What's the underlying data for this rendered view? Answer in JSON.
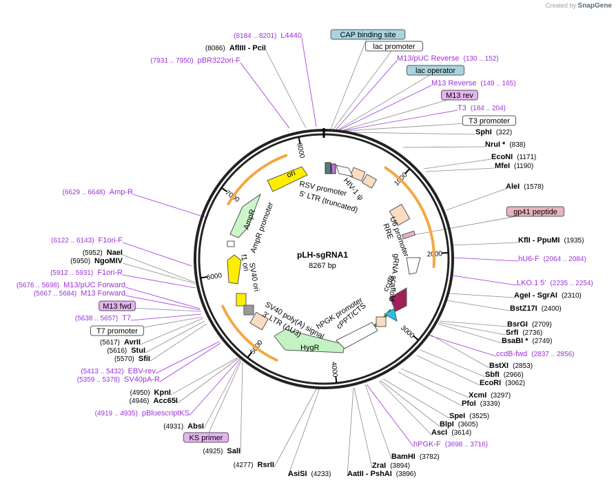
{
  "header": {
    "credit_prefix": "Created by",
    "credit_brand": "SnapGene"
  },
  "plasmid": {
    "name": "pLH-sgRNA1",
    "size_label": "8267 bp",
    "length": 8267
  },
  "ticks": [
    "1000",
    "2000",
    "3000",
    "4000",
    "5000",
    "6000",
    "7000",
    "8000"
  ],
  "labels": [
    {
      "id": "l4440",
      "range": "(8184 .. 8201)",
      "name": "L4440",
      "kind": "primer"
    },
    {
      "id": "afliii",
      "pos": "(8086)",
      "name": "AflIII  -  PciI",
      "kind": "enzyme"
    },
    {
      "id": "pbr322",
      "range": "(7931 .. 7950)",
      "name": "pBR322ori-F",
      "kind": "primer"
    },
    {
      "id": "cap",
      "name": "CAP binding site",
      "kind": "box-blue"
    },
    {
      "id": "lacprom",
      "name": "lac promoter",
      "kind": "box-white"
    },
    {
      "id": "m13puc_rev",
      "name": "M13/pUC Reverse",
      "range": "(130 .. 152)",
      "kind": "primer"
    },
    {
      "id": "lacop",
      "name": "lac operator",
      "kind": "box-blue"
    },
    {
      "id": "m13reverse",
      "name": "M13 Reverse",
      "range": "(149 .. 165)",
      "kind": "primer"
    },
    {
      "id": "m13rev",
      "name": "M13 rev",
      "kind": "box-purple"
    },
    {
      "id": "t3",
      "name": "T3",
      "range": "(184 .. 204)",
      "kind": "primer"
    },
    {
      "id": "t3prom",
      "name": "T3 promoter",
      "kind": "box-white"
    },
    {
      "id": "sphi",
      "name": "SphI",
      "pos": "(322)",
      "kind": "enzyme"
    },
    {
      "id": "nrui",
      "name": "NruI *",
      "pos": "(838)",
      "kind": "enzyme"
    },
    {
      "id": "econi",
      "name": "EcoNI",
      "pos": "(1171)",
      "kind": "enzyme"
    },
    {
      "id": "mfei",
      "name": "MfeI",
      "pos": "(1190)",
      "kind": "enzyme"
    },
    {
      "id": "alei",
      "name": "AleI",
      "pos": "(1578)",
      "kind": "enzyme"
    },
    {
      "id": "gp41",
      "name": "gp41 peptide",
      "kind": "box-pink"
    },
    {
      "id": "kfli",
      "name": "KflI  -  PpuMI",
      "pos": "(1935)",
      "kind": "enzyme"
    },
    {
      "id": "hu6f",
      "name": "hU6-F",
      "range": "(2064 .. 2084)",
      "kind": "primer"
    },
    {
      "id": "lko",
      "name": "LKO.1 5'",
      "range": "(2235 .. 2254)",
      "kind": "primer"
    },
    {
      "id": "agei",
      "name": "AgeI  -  SgrAI",
      "pos": "(2310)",
      "kind": "enzyme"
    },
    {
      "id": "bstz",
      "name": "BstZ17I",
      "pos": "(2400)",
      "kind": "enzyme"
    },
    {
      "id": "bsrgi",
      "name": "BsrGI",
      "pos": "(2709)",
      "kind": "enzyme"
    },
    {
      "id": "srfi",
      "name": "SrfI",
      "pos": "(2736)",
      "kind": "enzyme"
    },
    {
      "id": "bsabi",
      "name": "BsaBI *",
      "pos": "(2749)",
      "kind": "enzyme"
    },
    {
      "id": "ccdbfwd",
      "name": "ccdB-fwd",
      "range": "(2837 .. 2856)",
      "kind": "primer"
    },
    {
      "id": "bstxi",
      "name": "BstXI",
      "pos": "(2853)",
      "kind": "enzyme"
    },
    {
      "id": "sbfi",
      "name": "SbfI",
      "pos": "(2966)",
      "kind": "enzyme"
    },
    {
      "id": "ecori",
      "name": "EcoRI",
      "pos": "(3062)",
      "kind": "enzyme"
    },
    {
      "id": "xcmi",
      "name": "XcmI",
      "pos": "(3297)",
      "kind": "enzyme"
    },
    {
      "id": "pfoi",
      "name": "PfoI",
      "pos": "(3339)",
      "kind": "enzyme"
    },
    {
      "id": "spei",
      "name": "SpeI",
      "pos": "(3525)",
      "kind": "enzyme"
    },
    {
      "id": "blpi",
      "name": "BlpI",
      "pos": "(3605)",
      "kind": "enzyme"
    },
    {
      "id": "asci",
      "name": "AscI",
      "pos": "(3614)",
      "kind": "enzyme"
    },
    {
      "id": "hpgkf",
      "name": "hPGK-F",
      "range": "(3698 .. 3716)",
      "kind": "primer"
    },
    {
      "id": "bamhi",
      "name": "BamHI",
      "pos": "(3782)",
      "kind": "enzyme"
    },
    {
      "id": "zrai",
      "name": "ZraI",
      "pos": "(3894)",
      "kind": "enzyme"
    },
    {
      "id": "aatii",
      "name": "AatII  -  PshAI",
      "pos": "(3896)",
      "kind": "enzyme"
    },
    {
      "id": "rsrii",
      "name": "RsrII",
      "pos": "(4277)",
      "kind": "enzyme"
    },
    {
      "id": "asisi",
      "name": "AsiSI",
      "pos": "(4233)",
      "kind": "enzyme"
    },
    {
      "id": "sali",
      "name": "SalI",
      "pos": "(4925)",
      "kind": "enzyme"
    },
    {
      "id": "ksprimer",
      "name": "KS primer",
      "kind": "box-purple"
    },
    {
      "id": "absi",
      "name": "AbsI",
      "pos": "(4931)",
      "kind": "enzyme"
    },
    {
      "id": "pbluescript",
      "name": "pBluescriptKS",
      "range": "(4919 .. 4935)",
      "kind": "primer"
    },
    {
      "id": "acc65i",
      "name": "Acc65I",
      "pos": "(4946)",
      "kind": "enzyme"
    },
    {
      "id": "kpni",
      "name": "KpnI",
      "pos": "(4950)",
      "kind": "enzyme"
    },
    {
      "id": "sv40pa",
      "name": "SV40pA-R",
      "range": "(5359 .. 5378)",
      "kind": "primer"
    },
    {
      "id": "ebvrev",
      "name": "EBV-rev",
      "range": "(5413 .. 5432)",
      "kind": "primer"
    },
    {
      "id": "sfii",
      "name": "SfiI",
      "pos": "(5570)",
      "kind": "enzyme"
    },
    {
      "id": "stui",
      "name": "StuI",
      "pos": "(5616)",
      "kind": "enzyme"
    },
    {
      "id": "avrii",
      "name": "AvrII",
      "pos": "(5617)",
      "kind": "enzyme"
    },
    {
      "id": "t7prom",
      "name": "T7 promoter",
      "kind": "box-white"
    },
    {
      "id": "t7",
      "name": "T7",
      "range": "(5638 .. 5657)",
      "kind": "primer"
    },
    {
      "id": "m13fwd",
      "name": "M13 fwd",
      "kind": "box-purple"
    },
    {
      "id": "m13forward",
      "name": "M13 Forward",
      "range": "(5667 .. 5684)",
      "kind": "primer"
    },
    {
      "id": "m13puc_fwd",
      "name": "M13/pUC Forward",
      "range": "(5676 .. 5698)",
      "kind": "primer"
    },
    {
      "id": "f1orir",
      "name": "F1ori-R",
      "range": "(5912 .. 5931)",
      "kind": "primer"
    },
    {
      "id": "ngomiv",
      "name": "NgoMIV",
      "pos": "(5950)",
      "kind": "enzyme"
    },
    {
      "id": "naei",
      "name": "NaeI",
      "pos": "(5952)",
      "kind": "enzyme"
    },
    {
      "id": "f1orif",
      "name": "F1ori-F",
      "range": "(6122 .. 6143)",
      "kind": "primer"
    },
    {
      "id": "ampr_primer",
      "name": "Amp-R",
      "range": "(6629 .. 6648)",
      "kind": "primer"
    }
  ],
  "features": {
    "ori": "ori",
    "rsv": "RSV promoter",
    "ltr5": "5' LTR (truncated)",
    "hiv": "HIV-1 ψ",
    "rre": "RRE",
    "u6": "U6 promoter",
    "grna": "gRNA scaffold",
    "ccdb": "ccdB",
    "cppt": "cPPT/CTS",
    "hpgk": "hPGK promoter",
    "hygr": "HygR",
    "sv40pa": "SV40 poly(A) signal",
    "ltr3": "3' LTR (ΔU3)",
    "sv40ori": "SV40 ori",
    "f1": "f1 ori",
    "amprprom": "AmpR promoter",
    "ampr": "AmpR"
  },
  "colors": {
    "enzyme": "#000000",
    "primer": "#9b30d9",
    "box_blue": "#a8d4df",
    "box_purple": "#e6b3f0",
    "box_pink": "#e8b4bb",
    "box_white": "#ffffff",
    "ori_yellow": "#ffee00",
    "amp_green": "#ccf5cc",
    "peach": "#fadcc3",
    "hygr": "#c4f2c4",
    "ccdb": "#a0205a",
    "cppt_cyan": "#29bfe8",
    "orange_arc": "#f4a742"
  }
}
